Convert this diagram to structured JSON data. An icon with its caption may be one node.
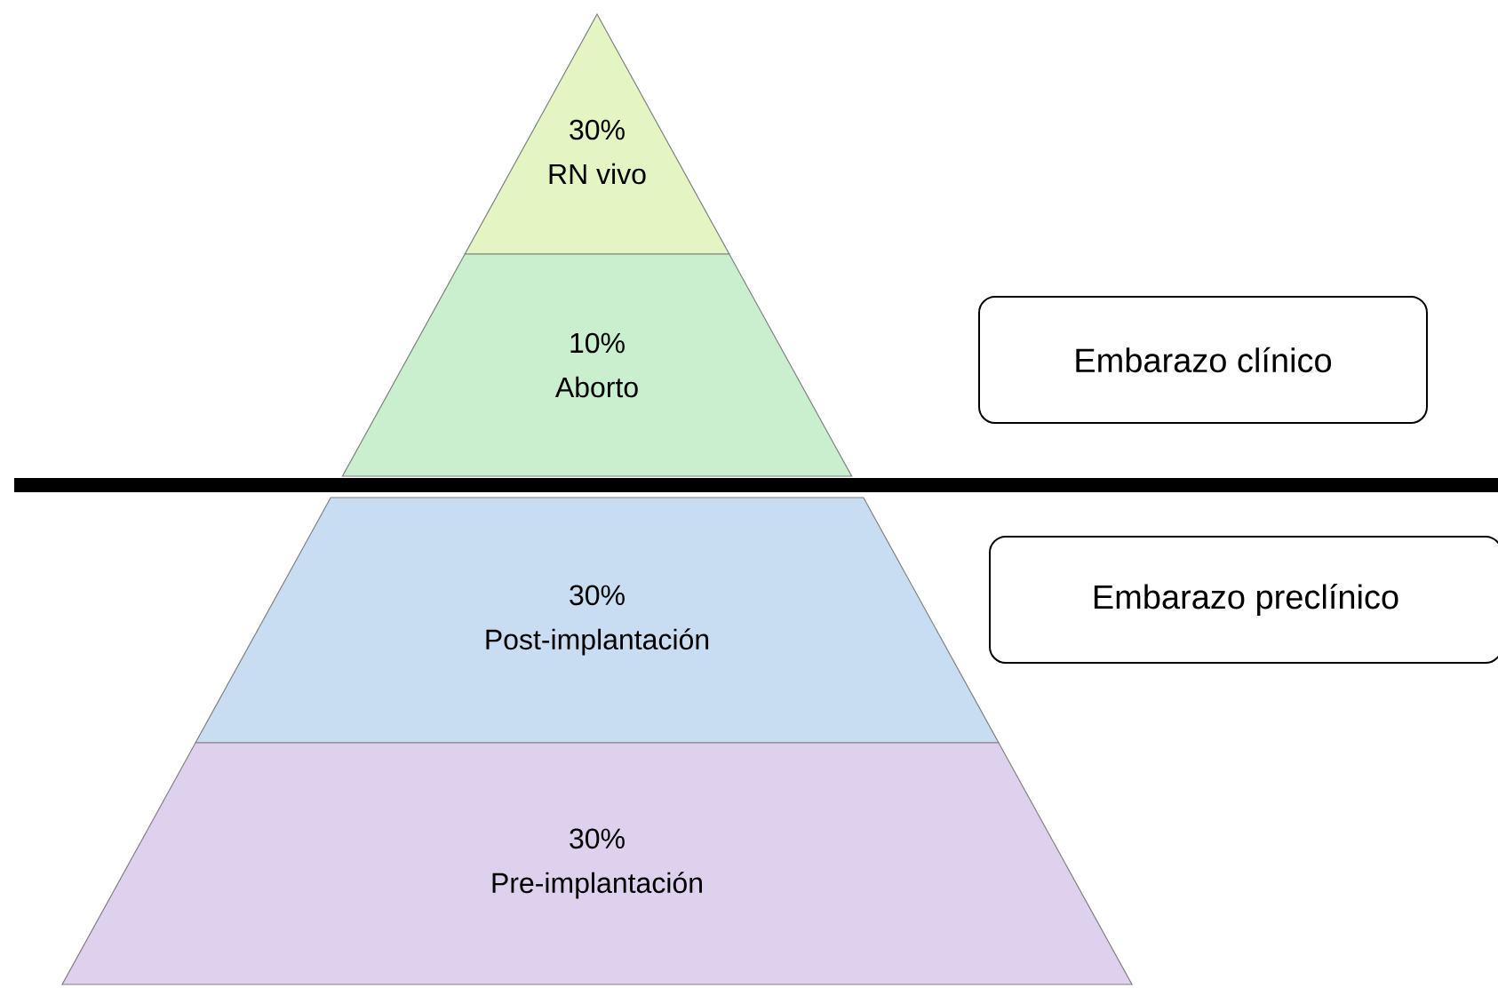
{
  "diagram": {
    "nodes": [
      {
        "text": [
          "30%",
          "RN vivo"
        ]
      },
      {
        "text": [
          "10%",
          "Aborto"
        ]
      },
      {
        "text": [
          "30%",
          "Post-implantación"
        ]
      },
      {
        "text": [
          "30%",
          "Pre-implantación"
        ]
      },
      {
        "text": [
          "Embarazo clínico"
        ]
      },
      {
        "text": [
          "Embarazo preclínico"
        ]
      }
    ]
  }
}
